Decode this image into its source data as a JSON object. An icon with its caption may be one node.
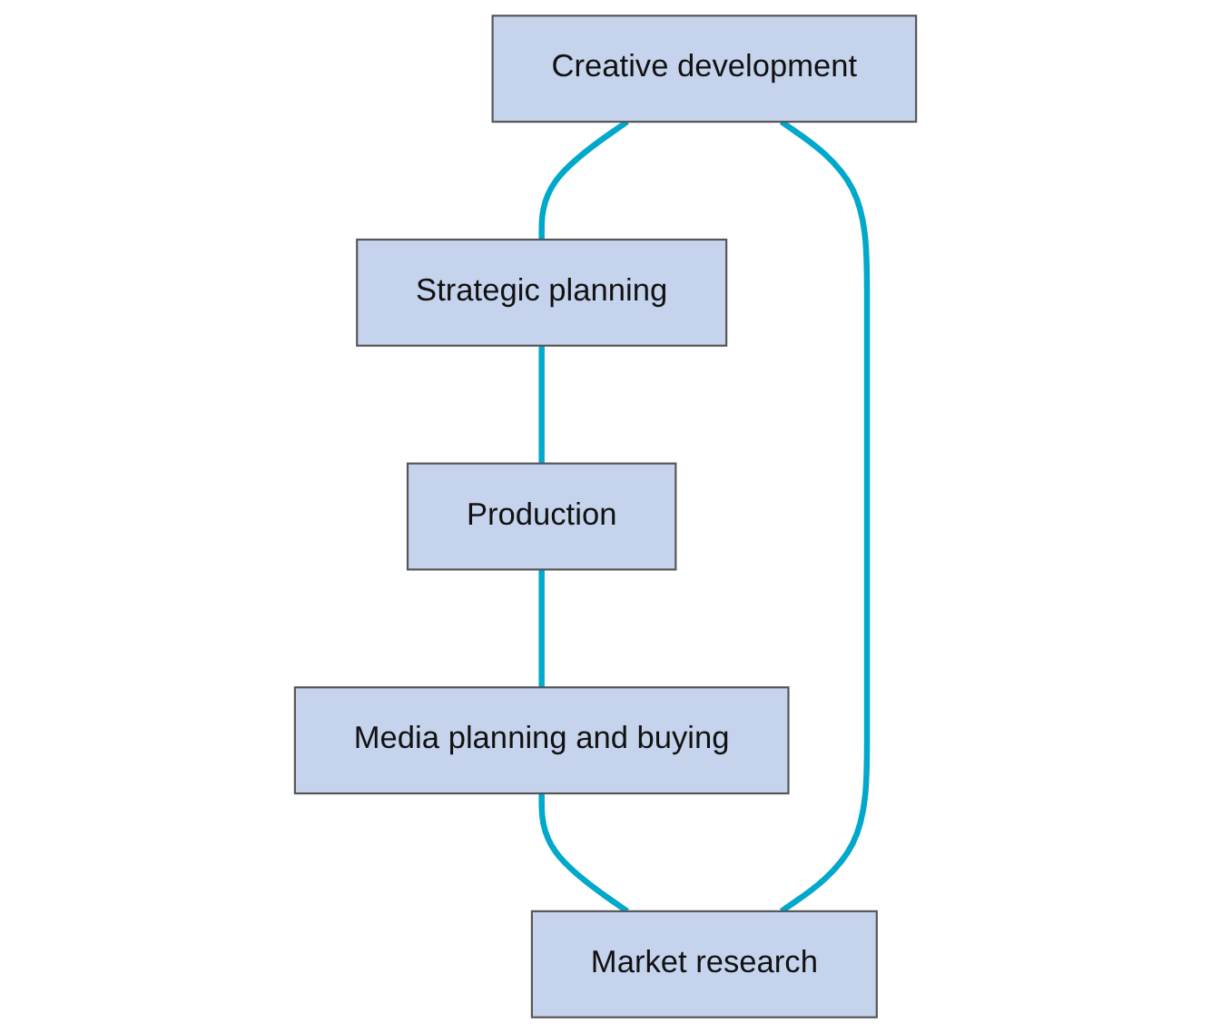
{
  "diagram": {
    "nodes": [
      {
        "text": [
          "Creative development"
        ]
      },
      {
        "text": [
          "Market research"
        ]
      },
      {
        "text": [
          "Strategic planning"
        ]
      },
      {
        "text": [
          "Media planning and buying"
        ]
      },
      {
        "text": [
          "Production"
        ]
      }
    ],
    "edges": [
      {
        "from": 0,
        "to": 2,
        "arrow": "none"
      },
      {
        "from": 2,
        "to": 4,
        "arrow": "none"
      },
      {
        "from": 4,
        "to": 3,
        "arrow": "none"
      },
      {
        "from": 3,
        "to": 1,
        "arrow": "none"
      },
      {
        "from": 1,
        "to": 0,
        "arrow": "none"
      }
    ]
  }
}
